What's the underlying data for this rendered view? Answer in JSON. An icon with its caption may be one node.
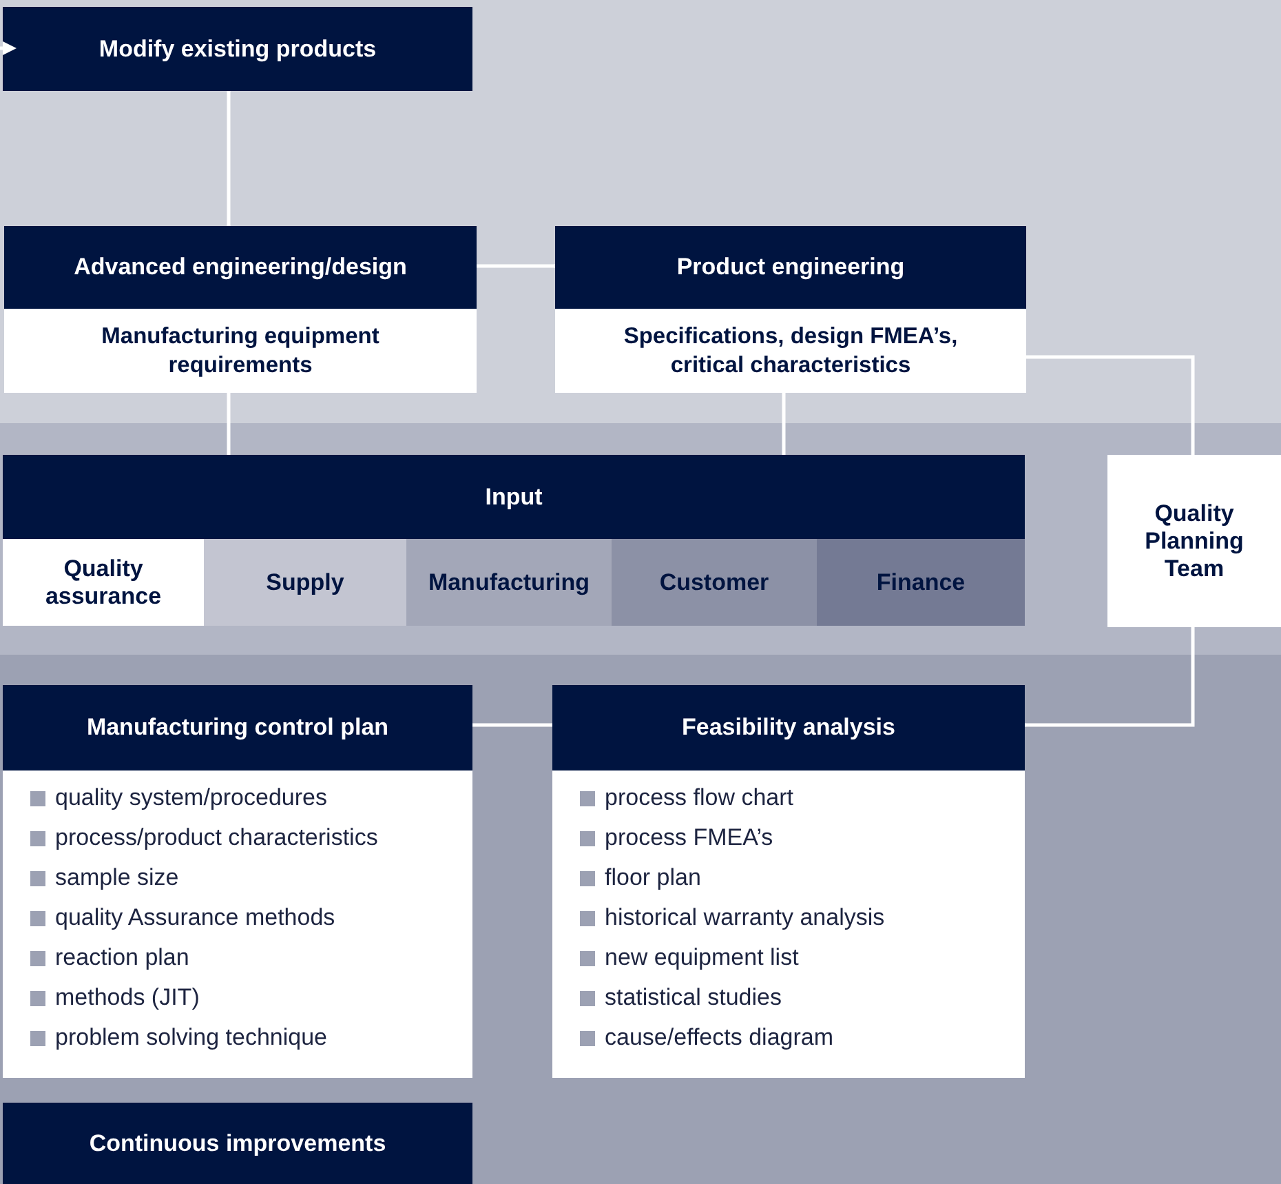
{
  "diagram": {
    "nodes": [
      {
        "text": [
          "Modify existing products"
        ]
      },
      {
        "text": [
          "Advanced engineering/design",
          "Manufacturing equipment requirements"
        ]
      },
      {
        "text": [
          "Product engineering",
          "Specifications, design FMEA’s, critical characteristics"
        ]
      },
      {
        "text": [
          "Input"
        ]
      },
      {
        "text": [
          "Quality assurance"
        ],
        "in": 3
      },
      {
        "text": [
          "Supply"
        ],
        "in": 3
      },
      {
        "text": [
          "Manufacturing"
        ],
        "in": 3
      },
      {
        "text": [
          "Customer"
        ],
        "in": 3
      },
      {
        "text": [
          "Finance"
        ],
        "in": 3
      },
      {
        "text": [
          "Quality Planning Team"
        ]
      },
      {
        "text": [
          "Manufacturing control plan",
          "quality system/procedures",
          "process/product characteristics",
          "sample size",
          "quality Assurance methods",
          "reaction plan",
          "methods (JIT)",
          "problem solving technique"
        ]
      },
      {
        "text": [
          "Feasibility analysis",
          "process flow chart",
          "process FMEA’s",
          "floor plan",
          "historical warranty analysis",
          "new equipment list",
          "statistical studies",
          "cause/effects diagram"
        ]
      },
      {
        "text": [
          "Continuous improvements"
        ]
      }
    ],
    "edges": [
      {
        "from": null,
        "to": 0,
        "arrow": "to"
      },
      {
        "from": 0,
        "to": 1,
        "arrow": "none"
      },
      {
        "from": 1,
        "to": 2,
        "arrow": "none"
      },
      {
        "from": 1,
        "to": 3,
        "arrow": "none"
      },
      {
        "from": 2,
        "to": 3,
        "arrow": "none"
      },
      {
        "from": 2,
        "to": 9,
        "arrow": "none"
      },
      {
        "from": 9,
        "to": 11,
        "arrow": "none"
      },
      {
        "from": 10,
        "to": 11,
        "arrow": "none"
      }
    ]
  }
}
